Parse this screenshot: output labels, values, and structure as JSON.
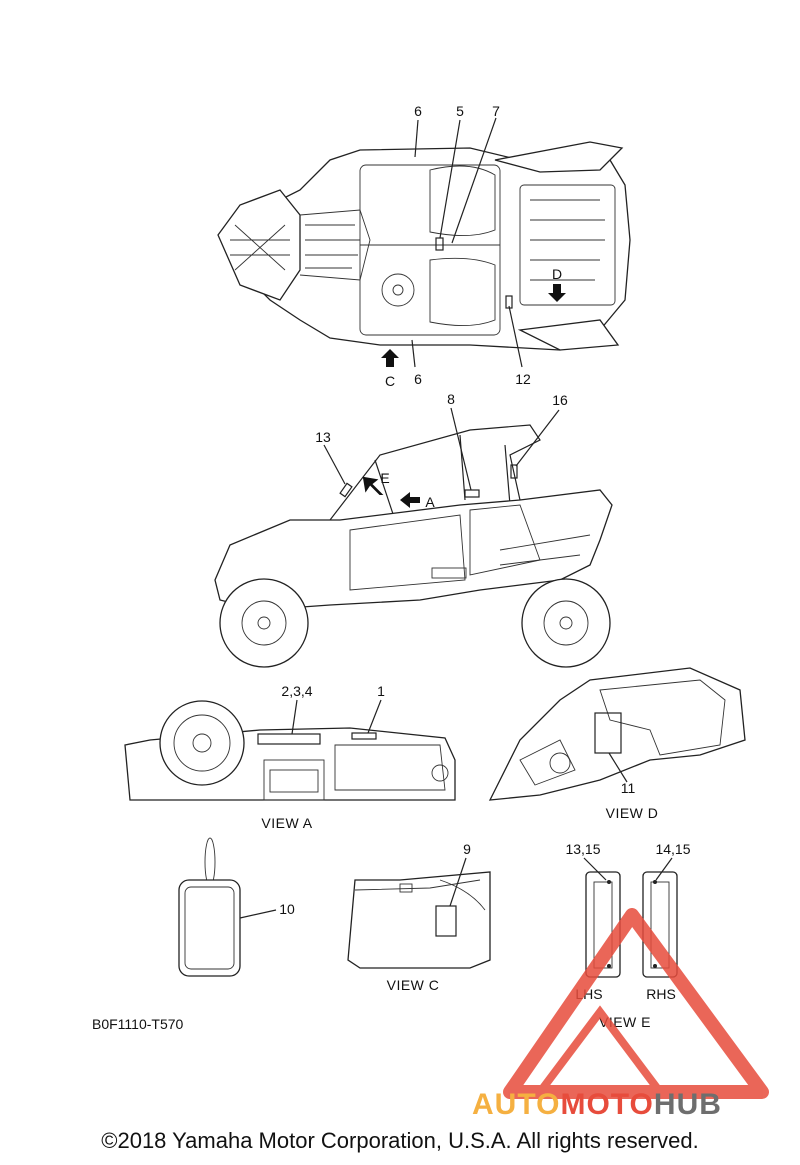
{
  "callouts": {
    "c6_top": "6",
    "c5": "5",
    "c7": "7",
    "cD_arrow": "D",
    "cC_arrow": "C",
    "c6_bottom": "6",
    "c12": "12",
    "c8": "8",
    "c16": "16",
    "c13": "13",
    "cE_arrow": "E",
    "cA_arrow": "A",
    "c234": "2,3,4",
    "c1": "1",
    "c11": "11",
    "c9": "9",
    "c10": "10",
    "c1315": "13,15",
    "c1415": "14,15",
    "lhs": "LHS",
    "rhs": "RHS"
  },
  "views": {
    "view_a": "VIEW A",
    "view_d": "VIEW D",
    "view_c": "VIEW C",
    "view_e": "VIEW E"
  },
  "part_code": "B0F1110-T570",
  "watermark": {
    "text_a": "AUTO",
    "text_b": "MOTO",
    "text_c": "HUB",
    "color_a": "#f5b041",
    "color_b": "#e74c3c",
    "color_c": "#6e6e6e",
    "triangle_color": "#e74c3c"
  },
  "copyright": "©2018 Yamaha Motor Corporation, U.S.A. All rights reserved."
}
